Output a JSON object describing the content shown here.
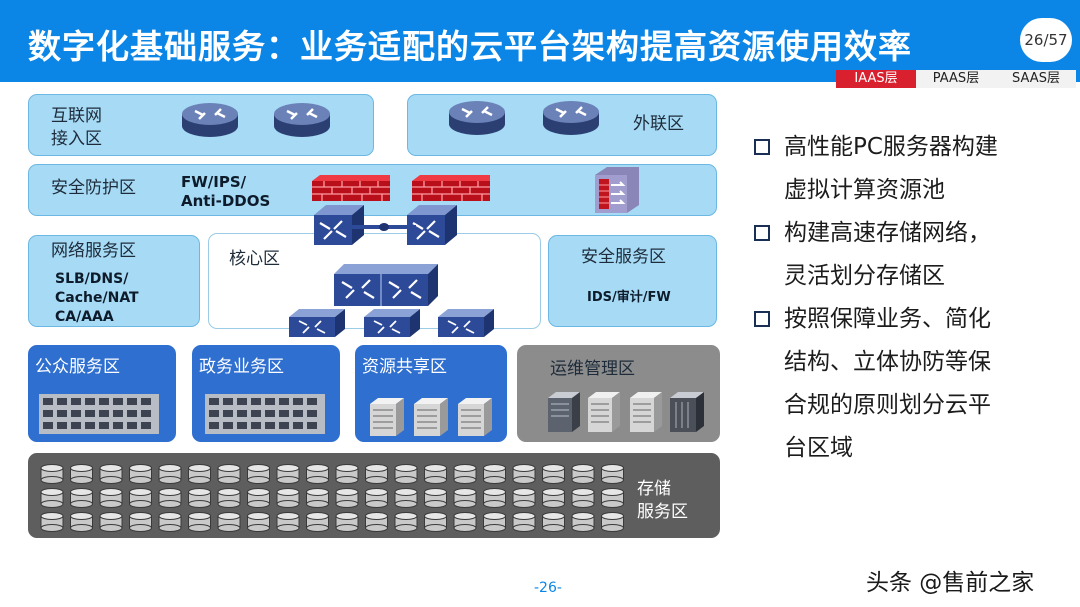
{
  "header": {
    "title": "数字化基础服务：业务适配的云平台架构提高资源使用效率",
    "page_badge": "26/57"
  },
  "layer_tabs": [
    {
      "label": "IAAS层",
      "active": true
    },
    {
      "label": "PAAS层",
      "active": false
    },
    {
      "label": "SAAS层",
      "active": false
    }
  ],
  "diagram": {
    "internet_access": "互联网\n接入区",
    "external_zone": "外联区",
    "security_protection": "安全防护区",
    "security_protection_detail": "FW/IPS/\nAnti-DDOS",
    "network_service": "网络服务区",
    "network_service_detail": "SLB/DNS/\nCache/NAT\nCA/AAA",
    "core_zone": "核心区",
    "security_service": "安全服务区",
    "security_service_detail": "IDS/审计/FW",
    "public_service": "公众服务区",
    "government_service": "政务业务区",
    "resource_sharing": "资源共享区",
    "ops_management": "运维管理区",
    "storage_service": "存储\n服务区"
  },
  "bullets": [
    "高性能PC服务器构建虚拟计算资源池",
    "构建高速存储网络，灵活划分存储区",
    "按照保障业务、简化结构、立体协防等保合规的原则划分云平台区域"
  ],
  "bullet_lines": [
    [
      "高性能PC服务器构建",
      "虚拟计算资源池"
    ],
    [
      "构建高速存储网络，",
      "灵活划分存储区"
    ],
    [
      "按照保障业务、简化",
      "结构、立体协防等保",
      "合规的原则划分云平",
      "台区域"
    ]
  ],
  "footer": {
    "page": "-26-"
  },
  "watermark": "头条 @售前之家",
  "colors": {
    "accent": "#0b86e6",
    "tab_active": "#d9202e",
    "light_zone": "#a6daf5",
    "business_zone": "#2f6fd0",
    "ops_zone": "#8c8c8c",
    "storage_zone": "#5e5e5e"
  }
}
